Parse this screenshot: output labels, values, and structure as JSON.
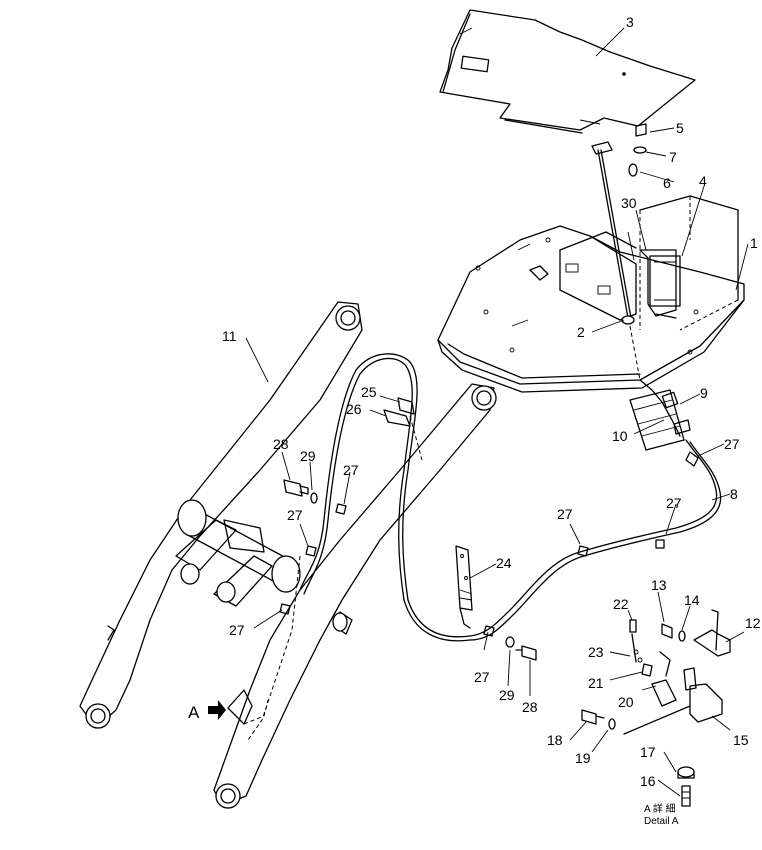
{
  "labels": {
    "l1": "1",
    "l2": "2",
    "l3": "3",
    "l4": "4",
    "l5": "5",
    "l6": "6",
    "l7": "7",
    "l8": "8",
    "l9": "9",
    "l10": "10",
    "l11": "11",
    "l12": "12",
    "l13": "13",
    "l14": "14",
    "l15": "15",
    "l16": "16",
    "l17": "17",
    "l18": "18",
    "l19": "19",
    "l20": "20",
    "l21": "21",
    "l22": "22",
    "l23": "23",
    "l24": "24",
    "l25": "25",
    "l26": "26",
    "l27a": "27",
    "l27b": "27",
    "l27c": "27",
    "l27d": "27",
    "l27e": "27",
    "l27f": "27",
    "l27g": "27",
    "l28a": "28",
    "l28b": "28",
    "l29a": "29",
    "l29b": "29",
    "l30": "30"
  },
  "detail": {
    "arrow_letter": "A",
    "caption_jp": "A 詳 細",
    "caption_en": "Detail A"
  }
}
